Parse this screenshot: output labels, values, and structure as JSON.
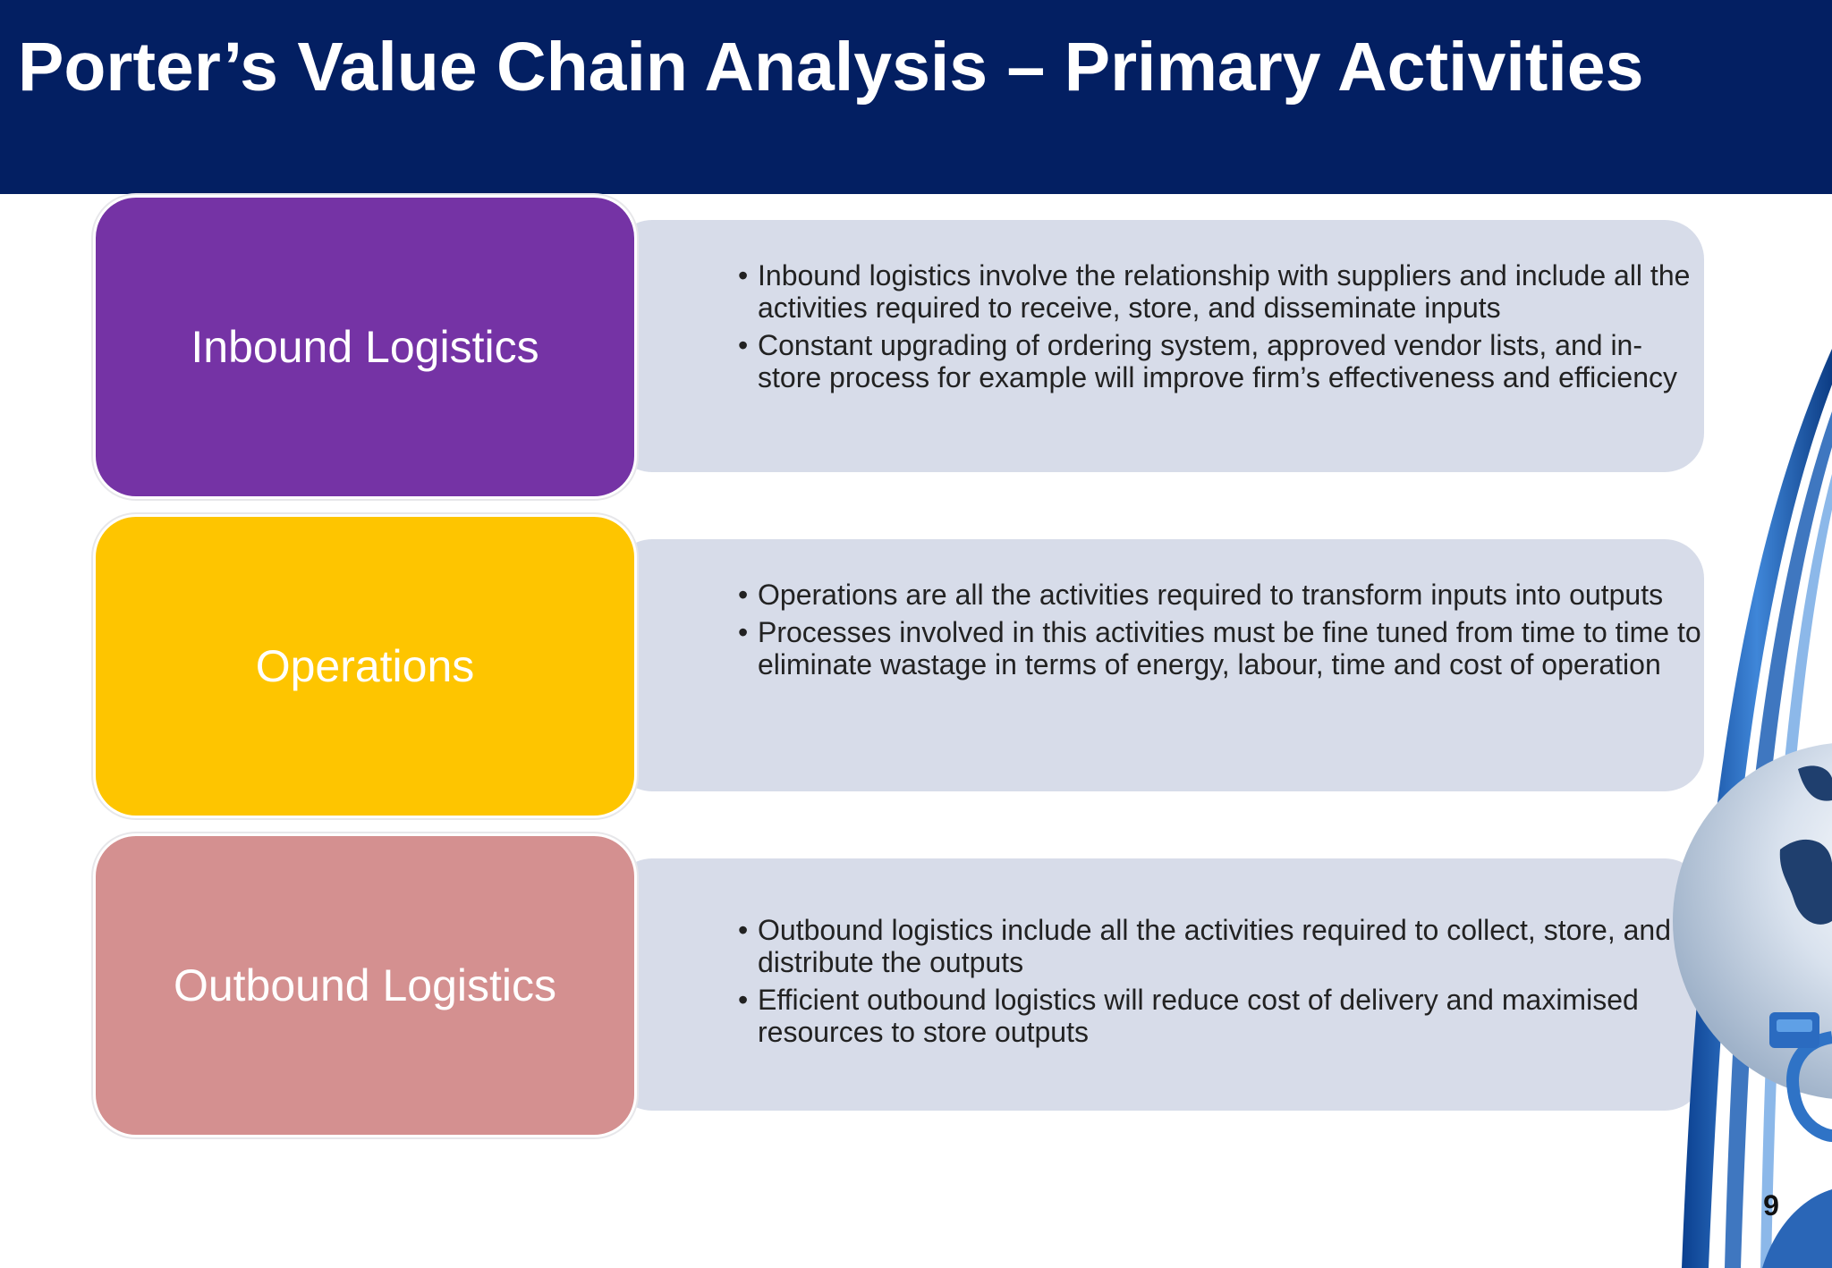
{
  "slide": {
    "title": "Porter’s Value Chain Analysis – Primary Activities",
    "page_number": "9",
    "colors": {
      "title_bar": "#031f62",
      "inbound": "#7533a5",
      "operations": "#fec500",
      "outbound": "#d49090",
      "description_bg": "#d7dce9"
    }
  },
  "activities": [
    {
      "label": "Inbound Logistics",
      "bullets": [
        "Inbound logistics involve the relationship with suppliers and include all the activities required to receive, store, and disseminate inputs",
        "Constant upgrading of ordering system, approved vendor lists, and in-store process for example will improve firm’s effectiveness and efficiency"
      ]
    },
    {
      "label": "Operations",
      "bullets": [
        "Operations are all the activities required to transform inputs into outputs",
        "Processes involved in this activities must be fine tuned from time to time to eliminate wastage in terms of energy, labour, time and cost of operation"
      ]
    },
    {
      "label": "Outbound Logistics",
      "bullets": [
        "Outbound logistics include all the activities required to collect, store, and distribute the outputs",
        "Efficient outbound logistics will reduce cost of delivery and maximised resources to store outputs"
      ]
    }
  ]
}
